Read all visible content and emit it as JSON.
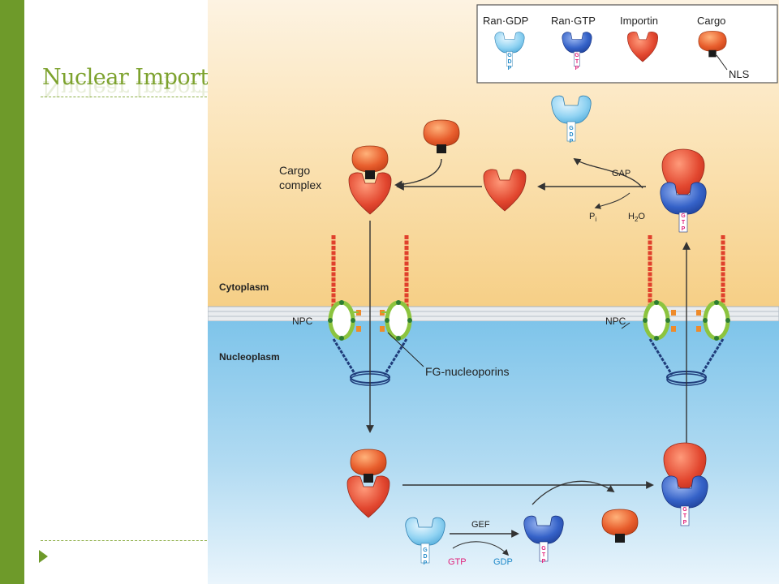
{
  "slide": {
    "title": "Nuclear Import"
  },
  "legend": {
    "ran_gdp": "Ran·GDP",
    "ran_gtp": "Ran·GTP",
    "importin": "Importin",
    "cargo": "Cargo",
    "nls": "NLS"
  },
  "labels": {
    "cargo_complex_1": "Cargo",
    "cargo_complex_2": "complex",
    "cytoplasm": "Cytoplasm",
    "nucleoplasm": "Nucleoplasm",
    "npc_left": "NPC",
    "npc_right": "NPC",
    "fg_nucleoporins": "FG-nucleoporins",
    "gap": "GAP",
    "pi": "P",
    "pi_sub": "i",
    "h2o_h": "H",
    "h2o_2": "2",
    "h2o_o": "O",
    "gef": "GEF",
    "gtp_in": "GTP",
    "gdp_out": "GDP"
  },
  "nucleotide_letters": {
    "gdp": [
      "G",
      "D",
      "P"
    ],
    "gtp": [
      "G",
      "T",
      "P"
    ]
  },
  "colors": {
    "accent_green": "#6e9a2a",
    "title_green": "#7da22e",
    "cytoplasm": "#f8d898",
    "nucleoplasm": "#a8d4ee",
    "importin_red": "#e2472f",
    "cargo_orange": "#e85e2d",
    "ran_gdp_blue": "#7ccbef",
    "ran_gtp_blue": "#3562c8"
  }
}
